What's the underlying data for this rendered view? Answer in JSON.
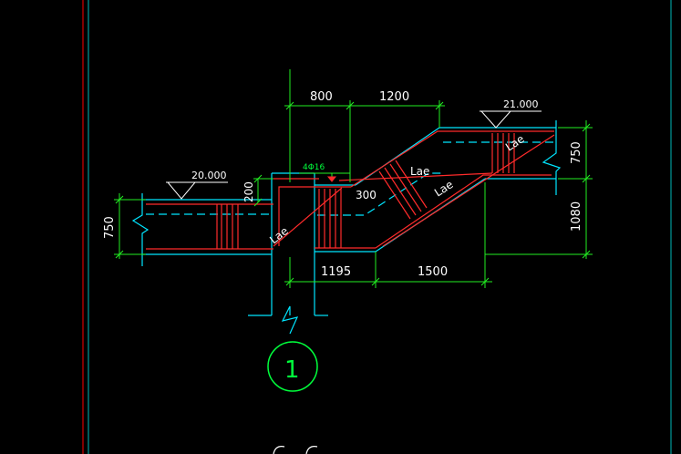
{
  "colors": {
    "background": "#000000",
    "concrete_outline": "#00e5ff",
    "rebar": "#ff2b2b",
    "dimension": "#22ee22",
    "text": "#ffffff",
    "axis_bubble": "#00ff3c",
    "border_red": "#d40000",
    "border_cyan": "#00b8b8"
  },
  "elevations": {
    "left": "20.000",
    "right": "21.000"
  },
  "dimensions": {
    "top_800": "800",
    "top_1200": "1200",
    "bottom_1195": "1195",
    "bottom_1500": "1500",
    "left_750": "750",
    "right_750": "750",
    "right_1080": "1080",
    "step_200": "200",
    "step_300": "300"
  },
  "labels": {
    "lae_1": "Lae",
    "lae_2": "Lae",
    "lae_3": "Lae",
    "lae_4": "Lae",
    "rebar_callout": "4Φ16"
  },
  "axis": {
    "number": "1"
  }
}
